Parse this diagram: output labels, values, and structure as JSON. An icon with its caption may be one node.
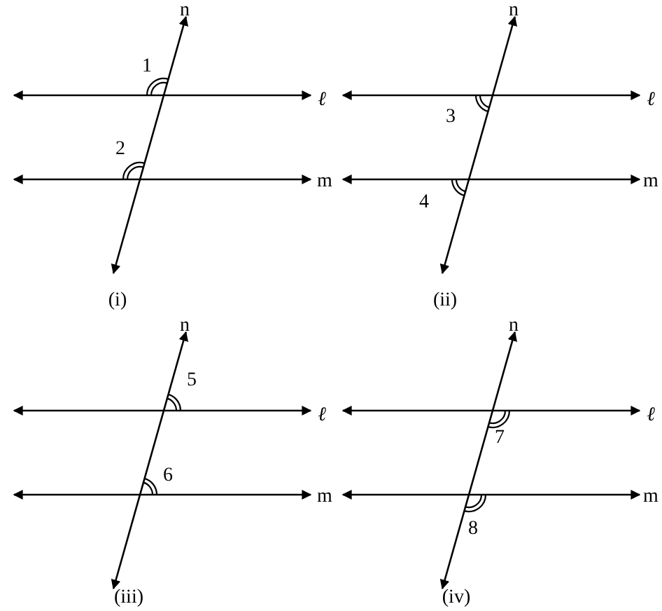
{
  "diagram": {
    "labels": [
      "n",
      "1",
      "ℓ",
      "2",
      "m",
      "(i)",
      "n",
      "ℓ",
      "3",
      "m",
      "4",
      "(ii)",
      "n",
      "5",
      "ℓ",
      "6",
      "m",
      "(iii)",
      "n",
      "ℓ",
      "7",
      "m",
      "8",
      "(iv)"
    ]
  }
}
